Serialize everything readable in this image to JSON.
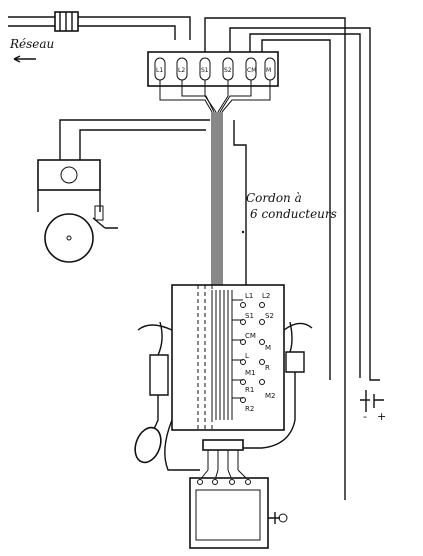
{
  "network_label": "Réseau",
  "cord_label_line1": "Cordon à",
  "cord_label_line2": "6 conducteurs",
  "terminal_block": {
    "terminals": [
      "L1",
      "L2",
      "S1",
      "S2",
      "CM",
      "M"
    ]
  },
  "telephone_set": {
    "left_labels": [
      "L1",
      "S1",
      "CM",
      "L",
      "M1",
      "R1",
      "R2"
    ],
    "right_labels": [
      "L2",
      "S2",
      "M",
      "R",
      "M2"
    ]
  },
  "battery": {
    "negative": "-",
    "positive": "+"
  }
}
